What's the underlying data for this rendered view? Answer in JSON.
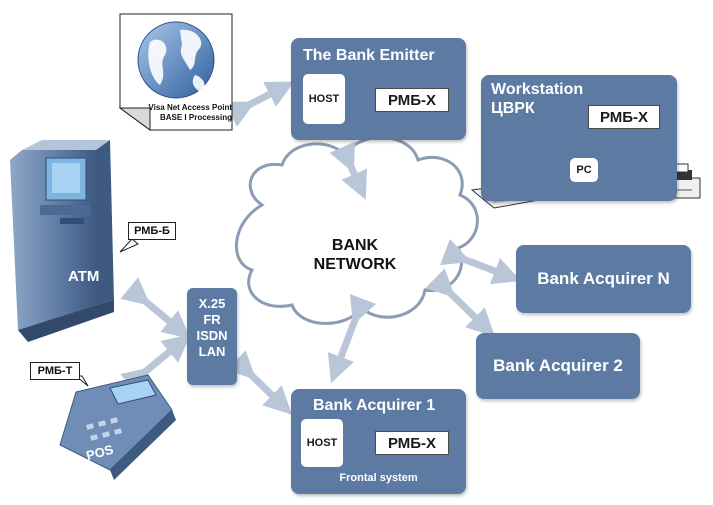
{
  "visa_doc": {
    "line1": "Visa Net Access Point",
    "line2": "BASE  I Processing"
  },
  "bank_emitter": {
    "title": "The Bank Emitter",
    "host": "HOST",
    "module": "РМБ-Х"
  },
  "workstation": {
    "title_line1": "Workstation",
    "title_line2": "ЦВРК",
    "pc": "PC",
    "module": "РМБ-Х"
  },
  "network": {
    "line1": "BANK",
    "line2": "NETWORK"
  },
  "acquirer_n": {
    "title": "Bank Acquirer N"
  },
  "acquirer_2": {
    "title": "Bank Acquirer 2"
  },
  "acquirer_1": {
    "title": "Bank Acquirer 1",
    "host": "HOST",
    "module": "РМБ-Х",
    "footer": "Frontal system"
  },
  "atm": {
    "label": "ATM",
    "callout": "РМБ-Б"
  },
  "pos": {
    "label": "POS",
    "callout": "РМБ-Т"
  },
  "link_box": {
    "line1": "X.25",
    "line2": "FR",
    "line3": "ISDN",
    "line4": "LAN"
  },
  "colors": {
    "panel": "#5d7aa3",
    "arrow": "#b9c6d8",
    "cloud_stroke": "#8b9cb4"
  }
}
